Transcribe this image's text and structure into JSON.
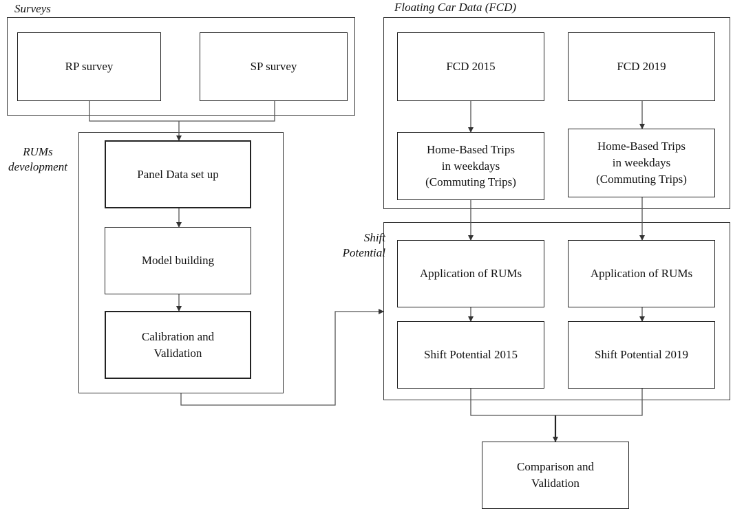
{
  "groups": {
    "surveys": {
      "label": "Surveys"
    },
    "fcd": {
      "label": "Floating Car Data (FCD)"
    },
    "rums": {
      "label_line1": "RUMs",
      "label_line2": "development"
    },
    "shift": {
      "label_line1": "Shift",
      "label_line2": "Potential"
    }
  },
  "boxes": {
    "rp_survey": "RP survey",
    "sp_survey": "SP survey",
    "panel_data": "Panel Data set up",
    "model_building": "Model building",
    "calibration_line1": "Calibration and",
    "calibration_line2": "Validation",
    "fcd_2015": "FCD 2015",
    "fcd_2019": "FCD 2019",
    "hbt_2015_line1": "Home-Based Trips",
    "hbt_2015_line2": "in weekdays",
    "hbt_2015_line3": "(Commuting Trips)",
    "hbt_2019_line1": "Home-Based Trips",
    "hbt_2019_line2": "in weekdays",
    "hbt_2019_line3": "(Commuting Trips)",
    "app_rums_2015": "Application of RUMs",
    "app_rums_2019": "Application of RUMs",
    "shift_2015": "Shift Potential 2015",
    "shift_2019": "Shift Potential 2019",
    "comparison_line1": "Comparison and",
    "comparison_line2": "Validation"
  },
  "colors": {
    "line": "#333333",
    "box_border": "#222222",
    "text": "#111111"
  }
}
